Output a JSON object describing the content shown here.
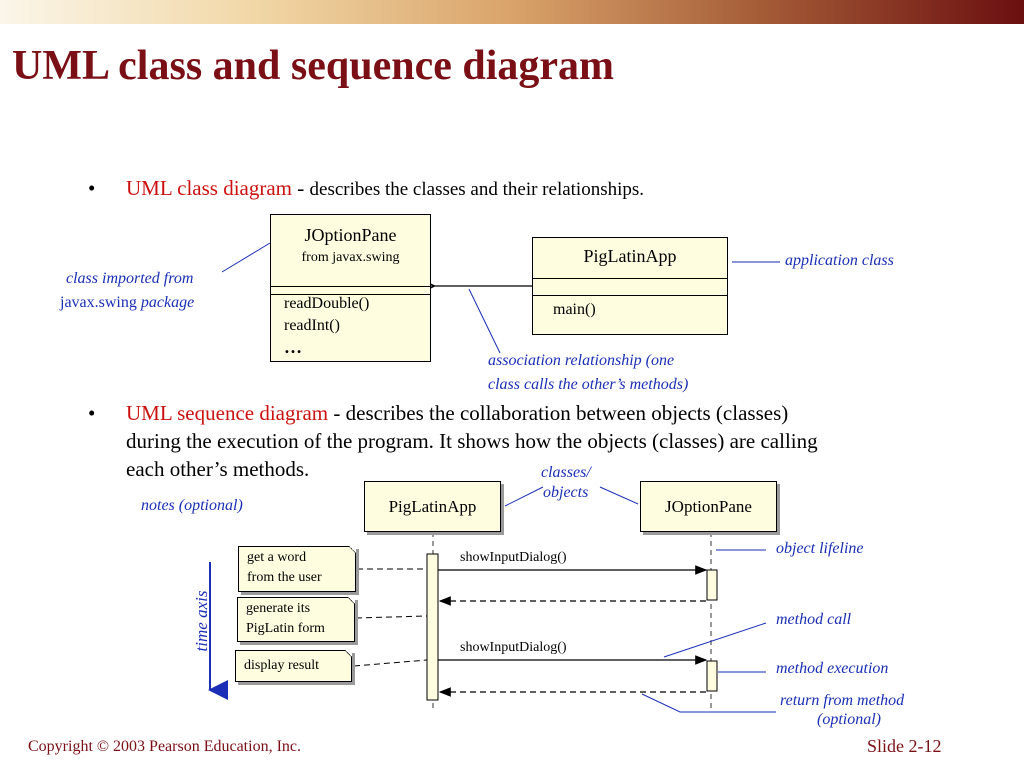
{
  "slide": {
    "title": "UML class and sequence diagram",
    "footer_left": "Copyright © 2003 Pearson Education, Inc.",
    "footer_right": "Slide 2-12"
  },
  "bullets": [
    {
      "glyph": "•",
      "highlight": "UML class diagram",
      "sep": " - ",
      "text": "describes the classes and their relationships."
    },
    {
      "glyph": "•",
      "highlight": "UML sequence diagram",
      "sep": " - ",
      "line1": "describes the collaboration between objects (classes)",
      "line2": "during the execution of the program. It shows how the objects (classes) are calling",
      "line3": "each other’s methods."
    }
  ],
  "class_diagram": {
    "joptionpane": {
      "name": "JOptionPane",
      "subtitle": "from javax.swing",
      "methods": [
        "readDouble()",
        "readInt()",
        "…"
      ]
    },
    "piglatinapp": {
      "name": "PigLatinApp",
      "methods": [
        "main()"
      ]
    },
    "notes": {
      "imported_line1": "class imported from",
      "imported_line2_plain": "javax.swing",
      "imported_line2_italic": " package",
      "application_class": "application class",
      "association_line1": "association relationship (one",
      "association_line2": "class calls the other’s methods)"
    }
  },
  "sequence_diagram": {
    "objects": [
      "PigLatinApp",
      "JOptionPane"
    ],
    "messages": [
      "showInputDialog()",
      "showInputDialog()"
    ],
    "note_cards": [
      {
        "line1": "get a word",
        "line2": "from the user"
      },
      {
        "line1": "generate its",
        "line2": "PigLatin form"
      },
      {
        "line1": "display result",
        "line2": ""
      }
    ],
    "labels": {
      "classes_objects_1": "classes/",
      "classes_objects_2": "objects",
      "notes_optional": "notes (optional)",
      "time_axis": "time axis",
      "object_lifeline": "object lifeline",
      "method_call": "method call",
      "method_execution": "method execution",
      "return_1": "return from method",
      "return_2": "(optional)"
    }
  },
  "colors": {
    "title": "#7a0f16",
    "highlight": "#cc1111",
    "annotation": "#1a2fb5",
    "box_fill": "#fffde0"
  }
}
